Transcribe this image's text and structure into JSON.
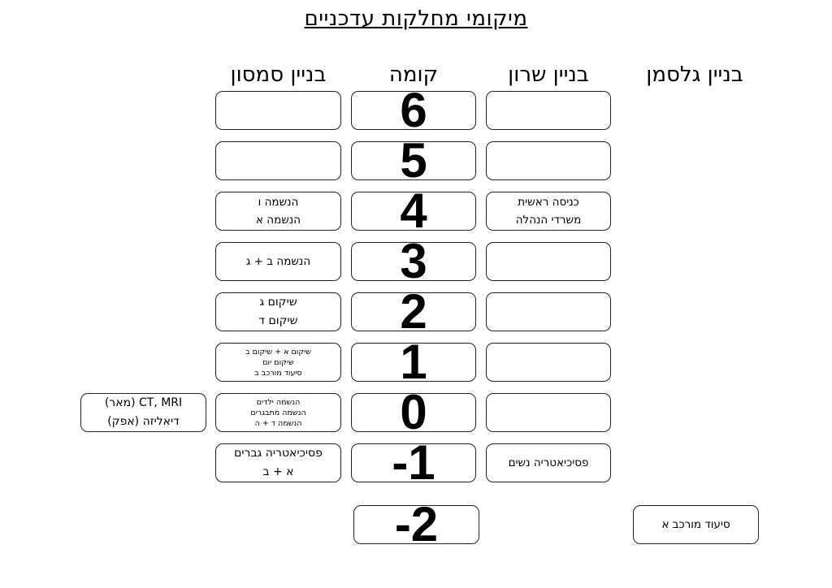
{
  "title": "מיקומי מחלקות עדכניים",
  "headers": {
    "samson": "בניין סמסון",
    "floor": "קומה",
    "sharon": "בניין שרון",
    "glasman": "בניין גלסמן"
  },
  "floors": [
    "6",
    "5",
    "4",
    "3",
    "2",
    "1",
    "0",
    "-1",
    "-2"
  ],
  "samson": {
    "f4": [
      "הנשמה ו",
      "הנשמה א"
    ],
    "f3": [
      "הנשמה ב + ג"
    ],
    "f2": [
      "שיקום ג",
      "שיקום ד"
    ],
    "f1": [
      "שיקום א + שיקום ב",
      "שיקום יום",
      "סיעוד מורכב ב"
    ],
    "f0": [
      "הנשמה ילדים",
      "הנשמה מתבגרים",
      "הנשמה ד + ה"
    ],
    "fm1": [
      "פסיכיאטריה גברים",
      "א + ב"
    ]
  },
  "sharon": {
    "f4": [
      "כניסה ראשית",
      "משרדי הנהלה"
    ],
    "fm1": [
      "פסיכיאטריה נשים"
    ]
  },
  "left_box": [
    "CT, MRI (מאר)",
    "דיאליזה (אפק)"
  ],
  "glasman": {
    "fm2": [
      "סיעוד מורכב א"
    ]
  }
}
